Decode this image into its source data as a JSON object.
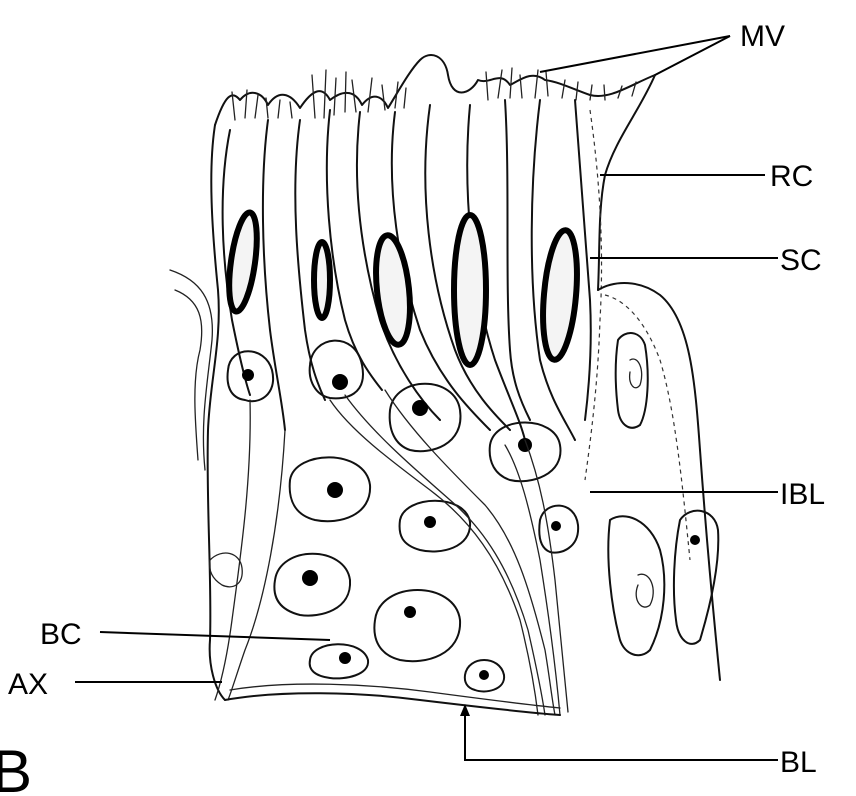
{
  "labels": {
    "mv": "MV",
    "rc": "RC",
    "sc": "SC",
    "ibl": "IBL",
    "bc": "BC",
    "ax": "AX",
    "bl": "BL",
    "panel": "B"
  }
}
